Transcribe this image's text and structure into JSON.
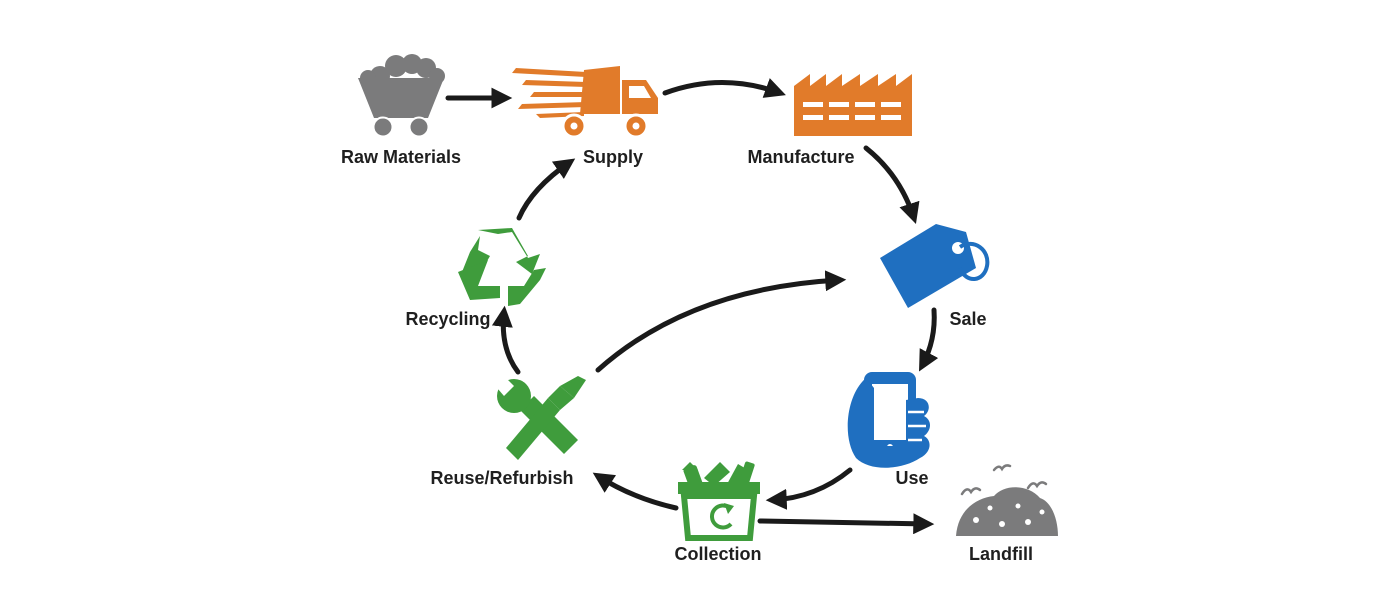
{
  "colors": {
    "gray": "#7b7b7c",
    "orange": "#e17b2a",
    "blue": "#1f6fc0",
    "green": "#3f9c3c",
    "arrow": "#1a1a1a",
    "text": "#1f1f1f",
    "background": "#ffffff"
  },
  "nodes": [
    {
      "id": "raw-materials",
      "label": "Raw Materials",
      "icon": "mine-cart-icon",
      "color": "gray"
    },
    {
      "id": "supply",
      "label": "Supply",
      "icon": "delivery-truck-icon",
      "color": "orange"
    },
    {
      "id": "manufacture",
      "label": "Manufacture",
      "icon": "factory-icon",
      "color": "orange"
    },
    {
      "id": "sale",
      "label": "Sale",
      "icon": "price-tag-icon",
      "color": "blue"
    },
    {
      "id": "use",
      "label": "Use",
      "icon": "hand-holding-phone-icon",
      "color": "blue"
    },
    {
      "id": "collection",
      "label": "Collection",
      "icon": "collection-bin-icon",
      "color": "green"
    },
    {
      "id": "landfill",
      "label": "Landfill",
      "icon": "landfill-mound-icon",
      "color": "gray"
    },
    {
      "id": "reuse-refurbish",
      "label": "Reuse/Refurbish",
      "icon": "wrench-screwdriver-icon",
      "color": "green"
    },
    {
      "id": "recycling",
      "label": "Recycling",
      "icon": "recycle-icon",
      "color": "green"
    }
  ],
  "edges": [
    {
      "from": "raw-materials",
      "to": "supply"
    },
    {
      "from": "supply",
      "to": "manufacture"
    },
    {
      "from": "manufacture",
      "to": "sale"
    },
    {
      "from": "sale",
      "to": "use"
    },
    {
      "from": "use",
      "to": "collection"
    },
    {
      "from": "collection",
      "to": "landfill"
    },
    {
      "from": "collection",
      "to": "reuse-refurbish"
    },
    {
      "from": "reuse-refurbish",
      "to": "recycling"
    },
    {
      "from": "reuse-refurbish",
      "to": "sale"
    },
    {
      "from": "recycling",
      "to": "supply"
    }
  ]
}
